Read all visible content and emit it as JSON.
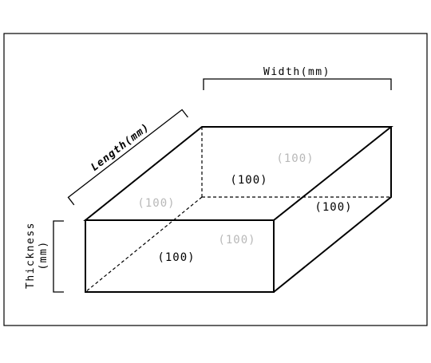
{
  "dimensions": {
    "width_label": "Width(mm)",
    "length_label": "Length(mm)",
    "thickness_label": "Thickness",
    "thickness_unit": "(mm)"
  },
  "faces": {
    "front": "(100)",
    "front_back": "(100)",
    "top_back": "(100)",
    "top_front": "(100)",
    "left_hidden": "(100)",
    "right": "(100)"
  },
  "colors": {
    "line": "#000000",
    "visible_text": "#000000",
    "hidden_text": "#b8b8b8"
  }
}
